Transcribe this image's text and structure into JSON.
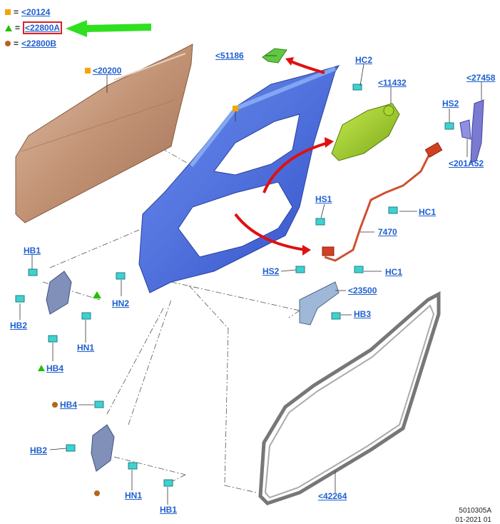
{
  "legend": {
    "items": [
      {
        "symbol": "orange-square",
        "eq": "=",
        "label": "<20124"
      },
      {
        "symbol": "green-triangle",
        "eq": "=",
        "label": "<22800A"
      },
      {
        "symbol": "brown-dot",
        "eq": "=",
        "label": "<22800B"
      }
    ]
  },
  "callouts": {
    "door_skin": "<20200",
    "mirror_patch": "<51186",
    "hc2": "HC2",
    "speaker_bracket": "<11432",
    "handle_bracket": "<27458",
    "hs2_top": "HS2",
    "lock_cable": "<201A52",
    "hs1": "HS1",
    "hc1_top": "HC1",
    "cable": "7470",
    "hs2_mid": "HS2",
    "hc1_mid": "HC1",
    "check_strap": "<23500",
    "hb3": "HB3",
    "hn2": "HN2",
    "hb1_top": "HB1",
    "hb2_top": "HB2",
    "hn1_top": "HN1",
    "hb4_top": "HB4",
    "hb4_low": "HB4",
    "hb2_low": "HB2",
    "hn1_low": "HN1",
    "hb1_low": "HB1",
    "weatherstrip": "<42264"
  },
  "footer": {
    "code": "5010305A",
    "date": "01-2021 01"
  },
  "colors": {
    "link": "#2060d0",
    "square": "#f5a500",
    "triangle": "#22c000",
    "dot": "#b5651d",
    "highlight": "#e02020",
    "door_skin": "#c49a7c",
    "door_frame": "#4a6ee0",
    "bracket": "#9ad020",
    "fastener": "#30c8c8",
    "cable": "#d05030",
    "seal": "#7a7a7a"
  }
}
